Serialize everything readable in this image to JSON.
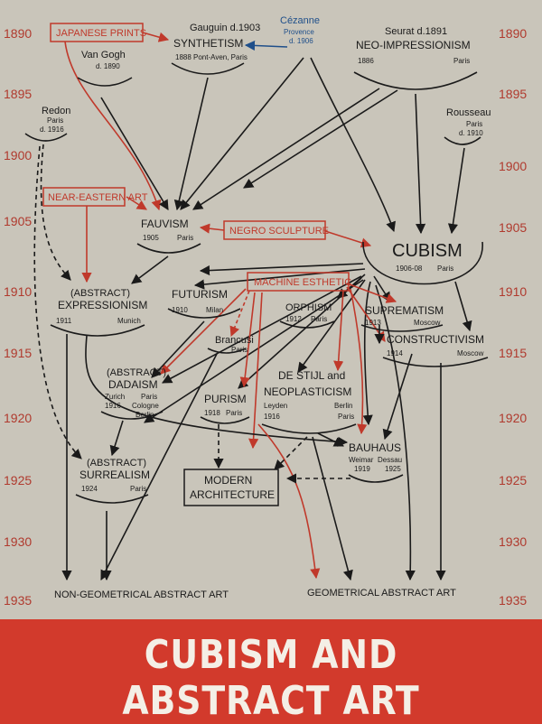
{
  "cover_title": "CUBISM AND ABSTRACT ART",
  "years_left": [
    "1890",
    "1895",
    "1900",
    "1905",
    "1910",
    "1915",
    "1920",
    "1925",
    "1930",
    "1935"
  ],
  "years_right": [
    "1890",
    "1895",
    "1900",
    "1905",
    "1910",
    "1915",
    "1920",
    "1925",
    "1930",
    "1935"
  ],
  "nodes": {
    "japanese_prints": "JAPANESE PRINTS",
    "gauguin": "Gauguin d.1903",
    "synthetism": "SYNTHETISM",
    "synthetism_date": "1888 Pont-Aven, Paris",
    "cezanne": "Cézanne",
    "cezanne_place": "Provence",
    "cezanne_death": "d. 1906",
    "seurat": "Seurat d.1891",
    "neo_impressionism": "NEO-IMPRESSIONISM",
    "neo_year": "1886",
    "neo_place": "Paris",
    "van_gogh": "Van Gogh",
    "van_gogh_death": "d. 1890",
    "redon": "Redon",
    "redon_place": "Paris",
    "redon_death": "d. 1916",
    "rousseau": "Rousseau",
    "rousseau_place": "Paris",
    "rousseau_death": "d. 1910",
    "near_eastern_art": "NEAR-EASTERN ART",
    "fauvism": "FAUVISM",
    "fauvism_year": "1905",
    "fauvism_place": "Paris",
    "negro_sculpture": "NEGRO SCULPTURE",
    "cubism": "CUBISM",
    "cubism_year": "1906-08",
    "cubism_place": "Paris",
    "abstract_expressionism_1": "(ABSTRACT)",
    "abstract_expressionism_2": "EXPRESSIONISM",
    "expr_year": "1911",
    "expr_place": "Munich",
    "futurism": "FUTURISM",
    "futurism_year": "1910",
    "futurism_place": "Milan",
    "machine_esthetic": "MACHINE ESTHETIC",
    "orphism": "ORPHISM",
    "orphism_year": "1912",
    "orphism_place": "Paris",
    "suprematism": "SUPREMATISM",
    "suprematism_year": "1913",
    "suprematism_place": "Moscow",
    "constructivism": "CONSTRUCTIVISM",
    "constructivism_year": "1914",
    "constructivism_place": "Moscow",
    "brancusi": "Brancusi",
    "brancusi_place": "Paris",
    "dadaism_1": "(ABSTRACT)",
    "dadaism_2": "DADAISM",
    "dada_zurich": "Zurich",
    "dada_paris": "Paris",
    "dada_year": "1916",
    "dada_cologne": "Cologne",
    "dada_berlin": "Berlin",
    "de_stijl_1": "DE STIJL and",
    "de_stijl_2": "NEOPLASTICISM",
    "destijl_leyden": "Leyden",
    "destijl_berlin": "Berlin",
    "destijl_year": "1916",
    "destijl_paris": "Paris",
    "purism": "PURISM",
    "purism_year": "1918",
    "purism_place": "Paris",
    "bauhaus": "BAUHAUS",
    "bauhaus_weimar": "Weimar",
    "bauhaus_dessau": "Dessau",
    "bauhaus_1919": "1919",
    "bauhaus_1925": "1925",
    "surrealism_1": "(ABSTRACT)",
    "surrealism_2": "SURREALISM",
    "surrealism_year": "1924",
    "surrealism_place": "Paris",
    "modern_architecture_1": "MODERN",
    "modern_architecture_2": "ARCHITECTURE",
    "non_geometrical": "NON-GEOMETRICAL ABSTRACT ART",
    "geometrical": "GEOMETRICAL ABSTRACT ART"
  },
  "colors": {
    "background": "#c9c5ba",
    "band": "#d23a2c",
    "title": "#f4efe6",
    "ink": "#1a1a1a",
    "red_influence": "#c0392b",
    "blue_influence": "#1f4f8a"
  }
}
